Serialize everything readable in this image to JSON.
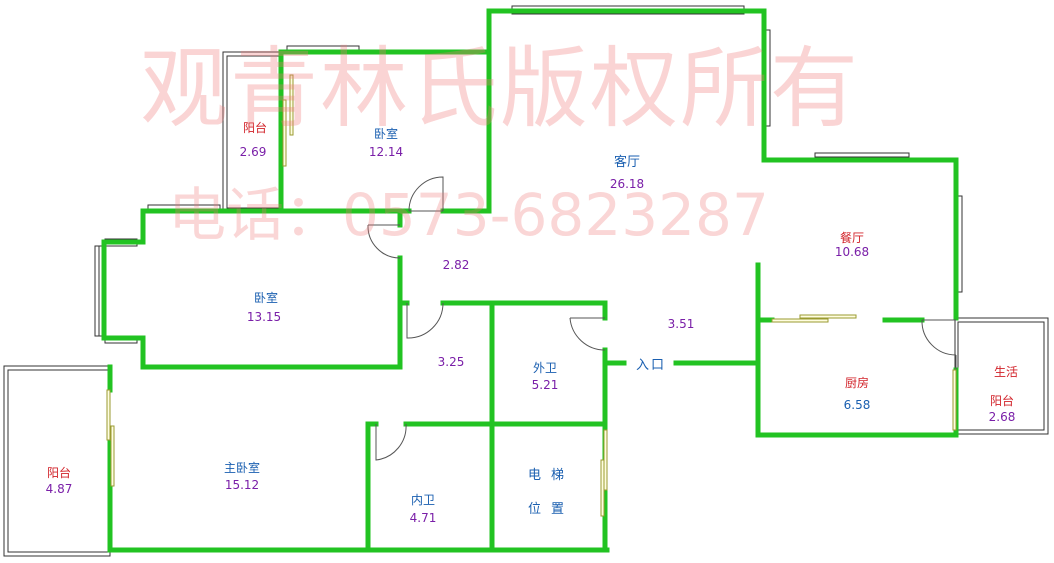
{
  "watermark": {
    "line1": "观青林氏版权所有",
    "line2": "电话：0573-6823287"
  },
  "colors": {
    "wall": "#22c322",
    "name_red": "#d2232a",
    "name_blue": "#1a5fb0",
    "area": "#7a1fa8"
  },
  "rooms": {
    "balcony_top": {
      "name": "阳台",
      "area": "2.69"
    },
    "bedroom_top": {
      "name": "卧室",
      "area": "12.14"
    },
    "living": {
      "name": "客厅",
      "area": "26.18"
    },
    "bedroom_mid": {
      "name": "卧室",
      "area": "13.15"
    },
    "corridor": {
      "area": "2.82"
    },
    "dining": {
      "name": "餐厅",
      "area": "10.68"
    },
    "hall": {
      "area": "3.51"
    },
    "passage": {
      "area": "3.25"
    },
    "bath_outer": {
      "name": "外卫",
      "area": "5.21"
    },
    "entrance": {
      "name": "入口"
    },
    "kitchen": {
      "name": "厨房",
      "area": "6.58"
    },
    "utility_balcony": {
      "name1": "生活",
      "name2": "阳台",
      "area": "2.68"
    },
    "balcony_left": {
      "name": "阳台",
      "area": "4.87"
    },
    "master_bedroom": {
      "name": "主卧室",
      "area": "15.12"
    },
    "bath_inner": {
      "name": "内卫",
      "area": "4.71"
    },
    "elevator": {
      "name1": "电梯",
      "name2": "位置"
    }
  }
}
